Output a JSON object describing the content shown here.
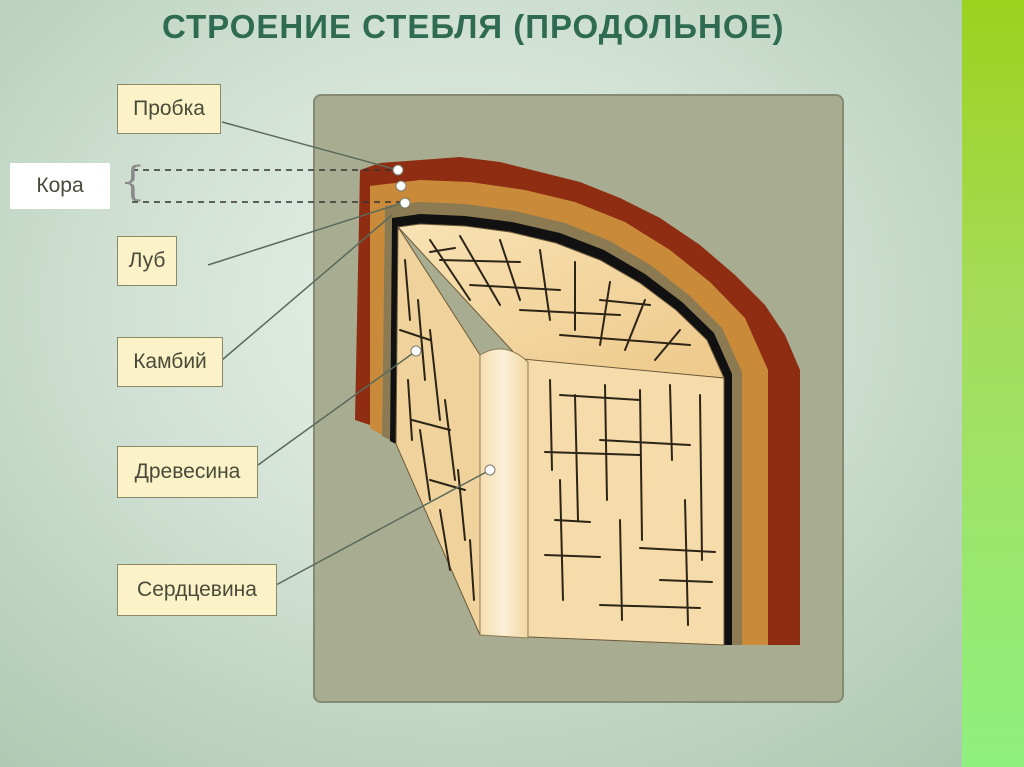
{
  "title": "СТРОЕНИЕ  СТЕБЛЯ  (ПРОДОЛЬНОЕ)",
  "labels": {
    "probka": "Пробка",
    "kora": "Кора",
    "lub": "Луб",
    "kambiy": "Камбий",
    "drevesina": "Древесина",
    "serdtsevina": "Сердцевина"
  },
  "colors": {
    "title": "#2f6b52",
    "accent_bar": "#9bd21e",
    "cork": "#8e2d12",
    "bark": "#c98a3a",
    "bast": "#8b7a52",
    "cambium": "#111111",
    "wood": "#f3d9a6",
    "pith": "#f8e6c2"
  }
}
